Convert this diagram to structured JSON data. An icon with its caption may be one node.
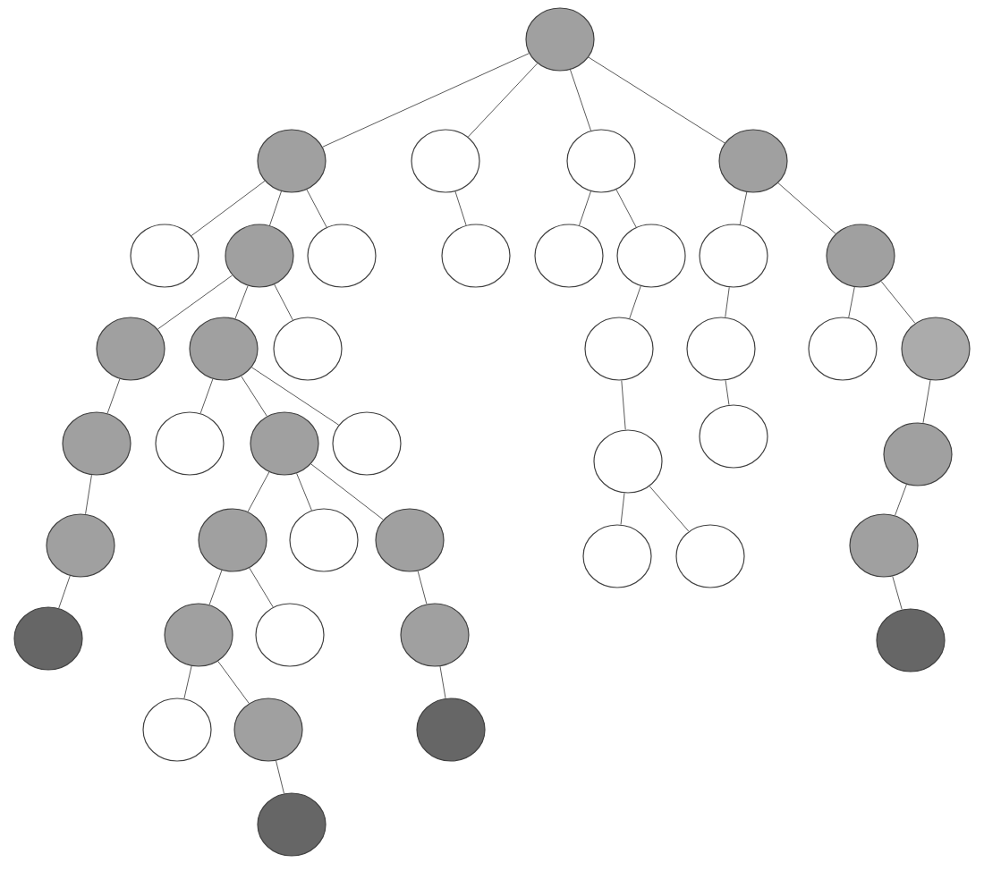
{
  "diagram": {
    "nodes": [
      {
        "text": [],
        "shape": "circle"
      },
      {
        "text": [],
        "shape": "circle"
      },
      {
        "text": [],
        "shape": "circle"
      },
      {
        "text": [],
        "shape": "circle"
      },
      {
        "text": [],
        "shape": "circle"
      },
      {
        "text": [],
        "shape": "circle"
      },
      {
        "text": [],
        "shape": "circle"
      },
      {
        "text": [],
        "shape": "circle"
      },
      {
        "text": [],
        "shape": "circle"
      },
      {
        "text": [],
        "shape": "circle"
      },
      {
        "text": [],
        "shape": "circle"
      },
      {
        "text": [],
        "shape": "circle"
      },
      {
        "text": [],
        "shape": "circle"
      },
      {
        "text": [],
        "shape": "circle"
      },
      {
        "text": [],
        "shape": "circle"
      },
      {
        "text": [],
        "shape": "circle"
      },
      {
        "text": [],
        "shape": "circle"
      },
      {
        "text": [],
        "shape": "circle"
      },
      {
        "text": [],
        "shape": "circle"
      },
      {
        "text": [],
        "shape": "circle"
      },
      {
        "text": [],
        "shape": "circle"
      },
      {
        "text": [],
        "shape": "circle"
      },
      {
        "text": [],
        "shape": "circle"
      },
      {
        "text": [],
        "shape": "circle"
      },
      {
        "text": [],
        "shape": "circle"
      },
      {
        "text": [],
        "shape": "circle"
      },
      {
        "text": [],
        "shape": "circle"
      },
      {
        "text": [],
        "shape": "circle"
      },
      {
        "text": [],
        "shape": "circle"
      },
      {
        "text": [],
        "shape": "circle"
      },
      {
        "text": [],
        "shape": "circle"
      },
      {
        "text": [],
        "shape": "circle"
      },
      {
        "text": [],
        "shape": "circle"
      },
      {
        "text": [],
        "shape": "circle"
      },
      {
        "text": [],
        "shape": "circle"
      },
      {
        "text": [],
        "shape": "circle"
      },
      {
        "text": [],
        "shape": "circle"
      },
      {
        "text": [],
        "shape": "circle"
      },
      {
        "text": [],
        "shape": "circle"
      },
      {
        "text": [],
        "shape": "circle"
      },
      {
        "text": [],
        "shape": "circle"
      },
      {
        "text": [],
        "shape": "circle"
      },
      {
        "text": [],
        "shape": "circle"
      }
    ],
    "edges": [
      {
        "from": 0,
        "to": 1,
        "arrow": "none"
      },
      {
        "from": 0,
        "to": 2,
        "arrow": "none"
      },
      {
        "from": 0,
        "to": 3,
        "arrow": "none"
      },
      {
        "from": 0,
        "to": 4,
        "arrow": "none"
      },
      {
        "from": 1,
        "to": 5,
        "arrow": "none"
      },
      {
        "from": 1,
        "to": 6,
        "arrow": "none"
      },
      {
        "from": 1,
        "to": 7,
        "arrow": "none"
      },
      {
        "from": 2,
        "to": 8,
        "arrow": "none"
      },
      {
        "from": 3,
        "to": 9,
        "arrow": "none"
      },
      {
        "from": 3,
        "to": 10,
        "arrow": "none"
      },
      {
        "from": 4,
        "to": 11,
        "arrow": "none"
      },
      {
        "from": 4,
        "to": 12,
        "arrow": "none"
      },
      {
        "from": 6,
        "to": 13,
        "arrow": "none"
      },
      {
        "from": 6,
        "to": 14,
        "arrow": "none"
      },
      {
        "from": 6,
        "to": 15,
        "arrow": "none"
      },
      {
        "from": 10,
        "to": 16,
        "arrow": "none"
      },
      {
        "from": 11,
        "to": 17,
        "arrow": "none"
      },
      {
        "from": 12,
        "to": 18,
        "arrow": "none"
      },
      {
        "from": 12,
        "to": 19,
        "arrow": "none"
      },
      {
        "from": 13,
        "to": 20,
        "arrow": "none"
      },
      {
        "from": 14,
        "to": 21,
        "arrow": "none"
      },
      {
        "from": 14,
        "to": 22,
        "arrow": "none"
      },
      {
        "from": 14,
        "to": 23,
        "arrow": "none"
      },
      {
        "from": 16,
        "to": 26,
        "arrow": "none"
      },
      {
        "from": 17,
        "to": 24,
        "arrow": "none"
      },
      {
        "from": 19,
        "to": 25,
        "arrow": "none"
      },
      {
        "from": 20,
        "to": 27,
        "arrow": "none"
      },
      {
        "from": 22,
        "to": 28,
        "arrow": "none"
      },
      {
        "from": 22,
        "to": 29,
        "arrow": "none"
      },
      {
        "from": 22,
        "to": 30,
        "arrow": "none"
      },
      {
        "from": 26,
        "to": 32,
        "arrow": "none"
      },
      {
        "from": 26,
        "to": 33,
        "arrow": "none"
      },
      {
        "from": 25,
        "to": 31,
        "arrow": "none"
      },
      {
        "from": 27,
        "to": 34,
        "arrow": "none"
      },
      {
        "from": 28,
        "to": 35,
        "arrow": "none"
      },
      {
        "from": 28,
        "to": 36,
        "arrow": "none"
      },
      {
        "from": 30,
        "to": 37,
        "arrow": "none"
      },
      {
        "from": 31,
        "to": 38,
        "arrow": "none"
      },
      {
        "from": 35,
        "to": 39,
        "arrow": "none"
      },
      {
        "from": 35,
        "to": 40,
        "arrow": "none"
      },
      {
        "from": 37,
        "to": 41,
        "arrow": "none"
      },
      {
        "from": 40,
        "to": 42,
        "arrow": "none"
      }
    ]
  }
}
